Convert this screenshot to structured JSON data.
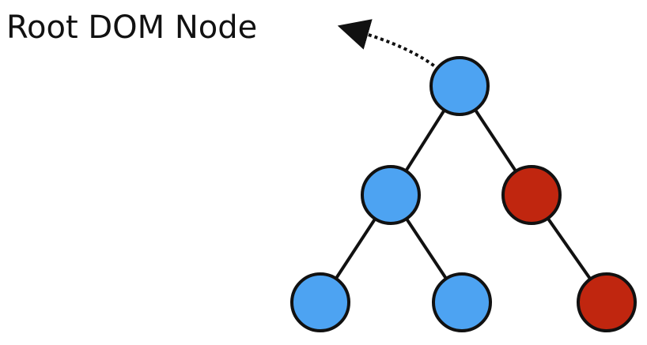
{
  "label": {
    "text": "Root DOM Node"
  },
  "colors": {
    "blue": "#4da3f2",
    "red": "#c0260f",
    "stroke": "#111111",
    "background": "#ffffff"
  },
  "tree": {
    "nodes": [
      {
        "id": "root",
        "color": "blue"
      },
      {
        "id": "left",
        "color": "blue"
      },
      {
        "id": "right",
        "color": "red"
      },
      {
        "id": "left-left",
        "color": "blue"
      },
      {
        "id": "left-right",
        "color": "blue"
      },
      {
        "id": "right-right",
        "color": "red"
      }
    ],
    "edges": [
      {
        "from": "root",
        "to": "left"
      },
      {
        "from": "root",
        "to": "right"
      },
      {
        "from": "left",
        "to": "left-left"
      },
      {
        "from": "left",
        "to": "left-right"
      },
      {
        "from": "right",
        "to": "right-right"
      }
    ]
  }
}
